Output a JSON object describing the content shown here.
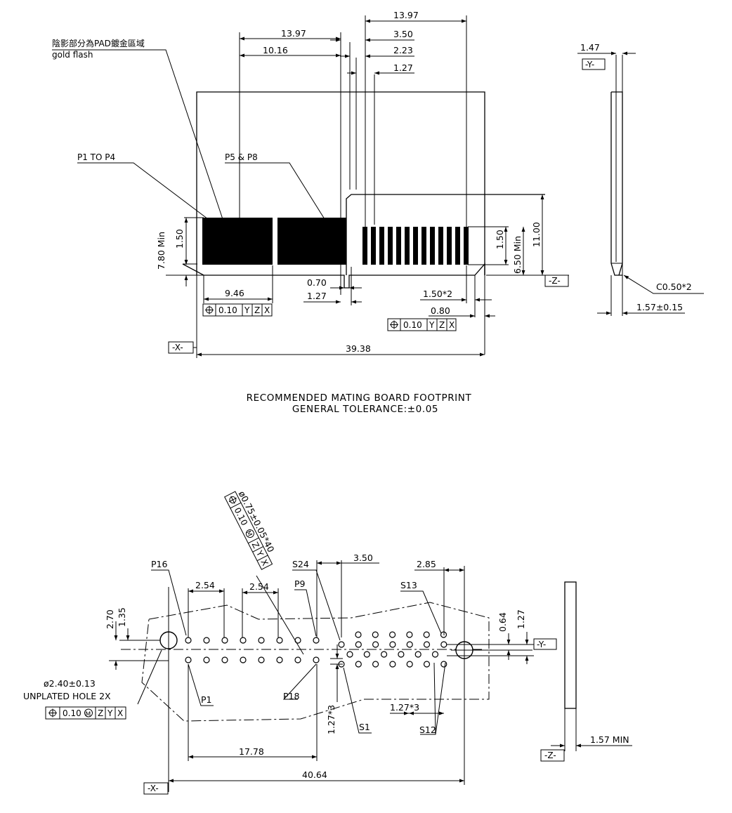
{
  "top_view": {
    "dims": {
      "d_13_97_a": "13.97",
      "d_10_16": "10.16",
      "d_13_97_b": "13.97",
      "d_3_50": "3.50",
      "d_2_23": "2.23",
      "d_1_27": "1.27",
      "d_1_50_left": "1.50",
      "d_7_80_min": "7.80 Min",
      "d_9_46": "9.46",
      "d_0_70": "0.70",
      "d_1_27_b": "1.27",
      "d_1_50_x2": "1.50*2",
      "d_0_80": "0.80",
      "d_39_38": "39.38",
      "d_1_50_right": "1.50",
      "d_6_50_min": "6.50 Min",
      "d_11_00": "11.00"
    },
    "labels": {
      "gold_cn": "陰影部分為PAD鍍金區域",
      "gold_en": "gold flash",
      "p1_to_p4": "P1  TO P4",
      "p5_p8": "P5 & P8"
    },
    "fcf_left": {
      "value": "0.10",
      "refs": [
        "Y",
        "Z",
        "X"
      ]
    },
    "fcf_right": {
      "value": "0.10",
      "refs": [
        "Y",
        "Z",
        "X"
      ]
    },
    "datum_x": "-X-",
    "datum_z": "-Z-"
  },
  "side_view": {
    "d_1_47": "1.47",
    "datum_y": "-Y-",
    "chamfer": "C0.50*2",
    "thickness": "1.57±0.15"
  },
  "notes": {
    "line1": "RECOMMENDED MATING BOARD FOOTPRINT",
    "line2": "GENERAL TOLERANCE:±0.05"
  },
  "footprint": {
    "dims": {
      "d_2_70": "2.70",
      "d_1_35": "1.35",
      "d_2_54_a": "2.54",
      "d_2_54_b": "2.54",
      "d_3_50": "3.50",
      "d_2_85": "2.85",
      "d_0_64": "0.64",
      "d_1_27": "1.27",
      "d_1_27x3_a": "1.27*3",
      "d_1_27x3_b": "1.27*3",
      "d_17_78": "17.78",
      "d_40_64": "40.64",
      "d_1_57_min": "1.57 MIN"
    },
    "hole_spec": "ø0.75±0.05*40",
    "hole_fcf": {
      "value": "0.10",
      "modifier": "M",
      "refs": [
        "Z",
        "Y",
        "X"
      ]
    },
    "unplated_1": "ø2.40±0.13",
    "unplated_2": "UNPLATED HOLE 2X",
    "unplated_fcf": {
      "value": "0.10",
      "modifier": "M",
      "refs": [
        "Z",
        "Y",
        "X"
      ]
    },
    "pins": {
      "p16": "P16",
      "p9": "P9",
      "s24": "S24",
      "s13": "S13",
      "p1": "P1",
      "p18": "P18",
      "s1": "S1",
      "s12": "S12"
    },
    "datum_x": "-X-",
    "datum_y": "-Y-",
    "datum_z": "-Z-"
  }
}
